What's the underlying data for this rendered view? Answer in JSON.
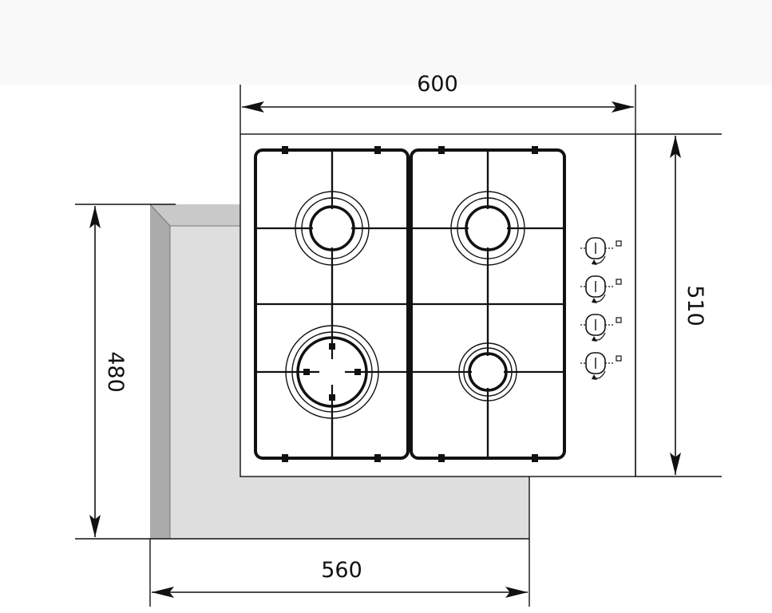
{
  "dimensions": {
    "top_width": "600",
    "right_depth": "510",
    "left_depth": "480",
    "bottom_width": "560"
  },
  "burners": [
    "burner-top-left",
    "burner-top-right",
    "burner-bottom-left",
    "burner-bottom-right"
  ],
  "knob_count": 4,
  "colors": {
    "line": "#111111",
    "cutout_face": "#dedede",
    "cutout_side": "#ababab",
    "background_band": "#f9f9f9"
  }
}
